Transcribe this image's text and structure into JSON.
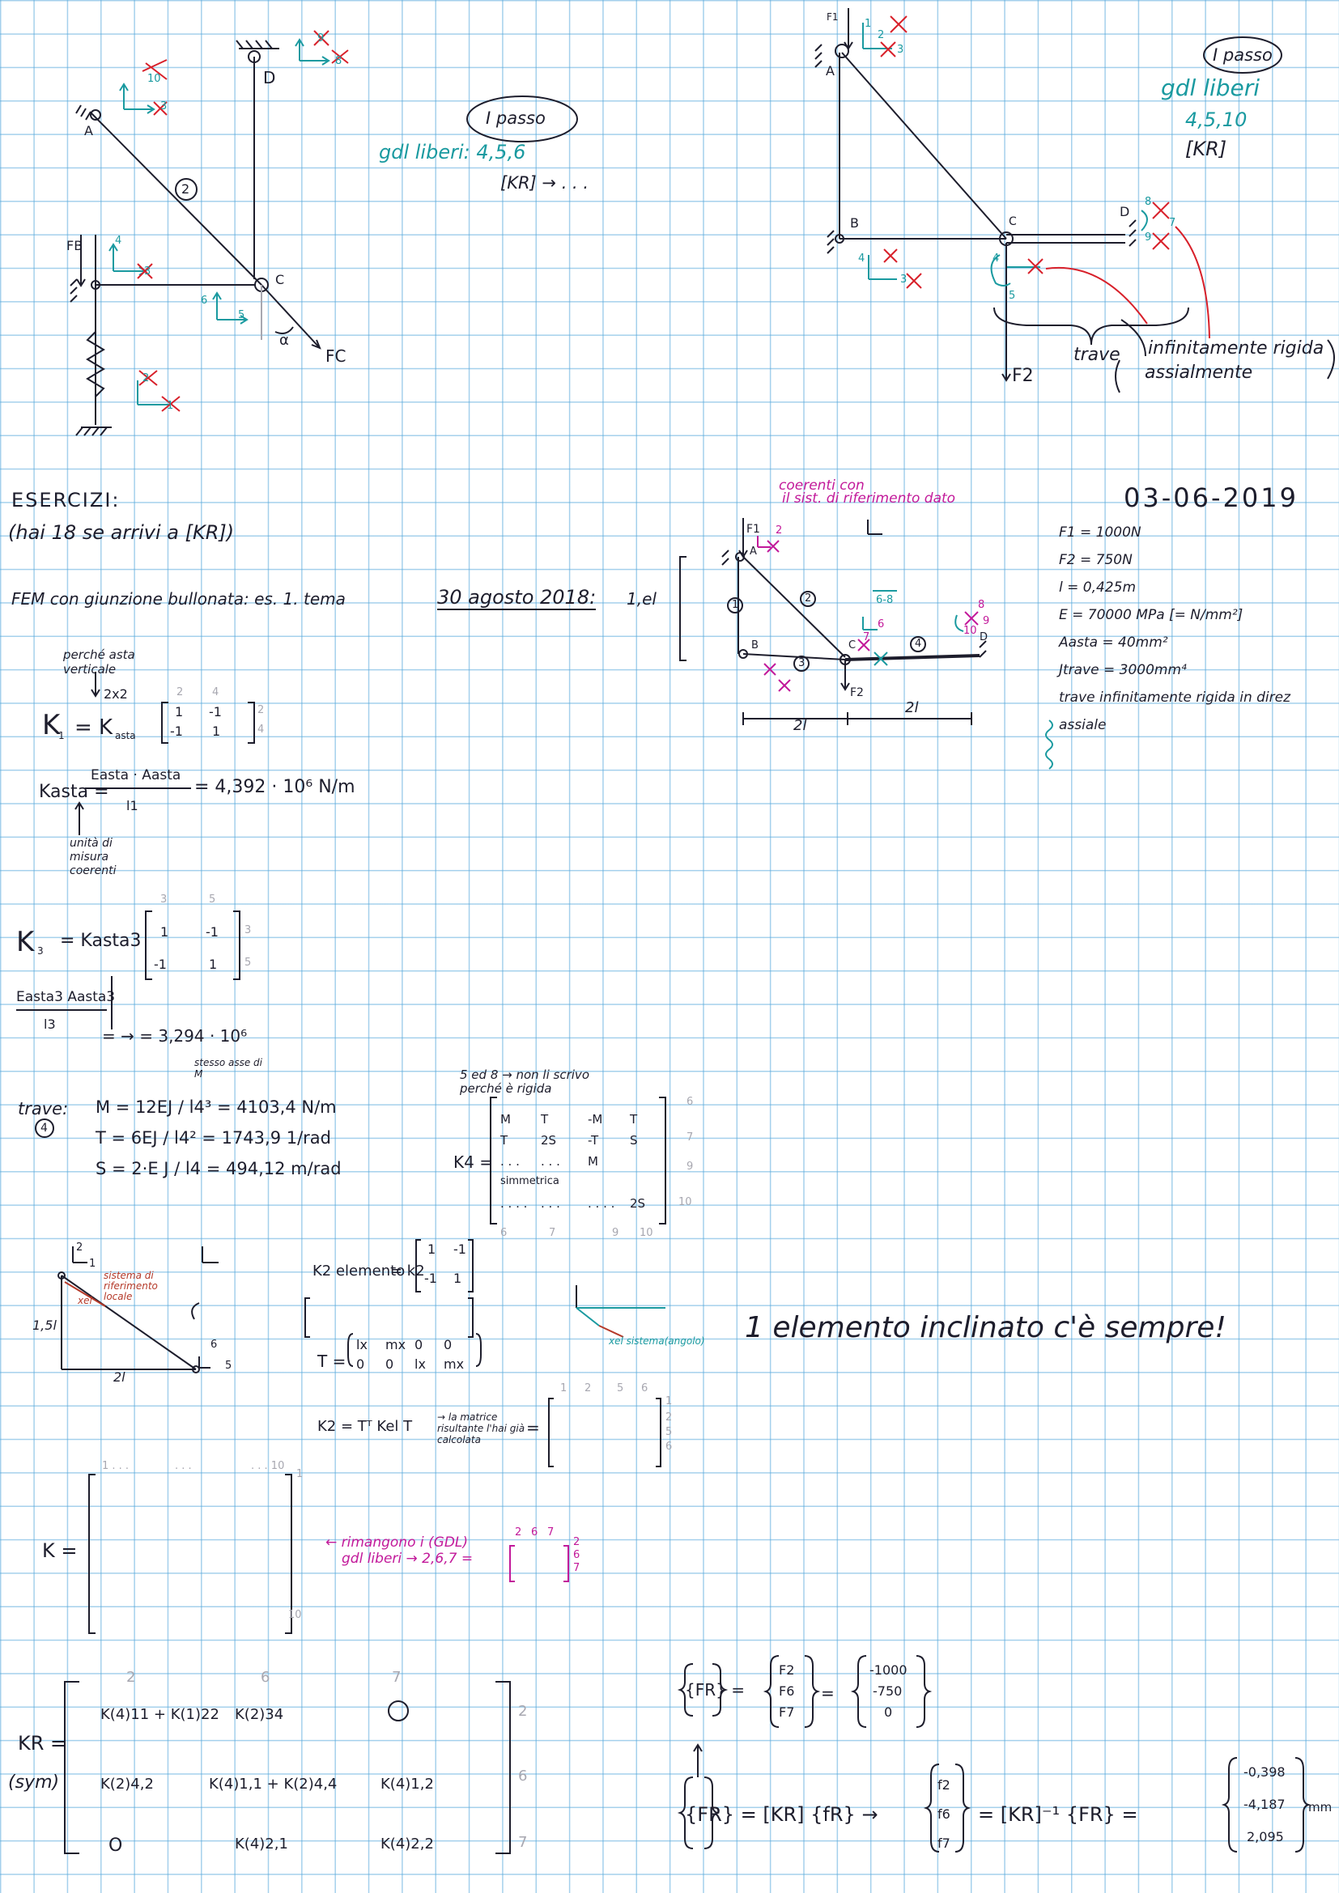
{
  "page": {
    "date": "03-06-2019"
  },
  "diagram_top_left": {
    "nodes": {
      "a": "A",
      "c": "C",
      "d": "D"
    },
    "element_label": "2",
    "force_b": "FB",
    "force_c": "FC",
    "alpha": "α",
    "dofs_a": [
      "10",
      "3"
    ],
    "dofs_d": [
      "9",
      "8"
    ],
    "dofs_b": [
      "4",
      "3"
    ],
    "dofs_c": [
      "6",
      "5"
    ],
    "dofs_spring": [
      "2",
      "1"
    ],
    "step_label": "I passo",
    "free_dofs": "gdl liberi: 4,5,6",
    "kr_arrow": "[KR] → . . ."
  },
  "diagram_top_right": {
    "f1": "F1",
    "nodes": {
      "a": "A",
      "b": "B",
      "c": "C",
      "d": "D"
    },
    "dofs_a": [
      "1",
      "2",
      "3"
    ],
    "dofs_b": [
      "4",
      "3"
    ],
    "dofs_c": [
      "4",
      "5"
    ],
    "dofs_d": [
      "8",
      "9",
      "7"
    ],
    "f2": "F2",
    "step_label": "I passo",
    "free_dofs_1": "gdl liberi",
    "free_dofs_2": "4,5,10",
    "kr": "[KR]",
    "beam_note_1": "trave",
    "beam_note_2": "infinitamente rigida",
    "beam_note_3": "assialmente"
  },
  "exercises": {
    "title": "ESERCIZI:",
    "subtitle": "(hai 18 se arrivi a [KR])",
    "fem_line": "FEM con giunzione bullonata:  es. 1. tema",
    "fem_date": "30 agosto 2018:",
    "fem_part": "1,el",
    "note_why": "perché asta verticale",
    "note_2x2": "2x2",
    "k1_lhs": "K",
    "k1_sub": "1",
    "k1_eq": "= K",
    "k1_eq_sub": "asta",
    "k1_matrix": [
      [
        "1",
        "-1"
      ],
      [
        "-1",
        "1"
      ]
    ],
    "k1_top": [
      "2",
      "4"
    ],
    "k1_side": [
      "2",
      "4"
    ],
    "kasta_lhs": "Kasta =",
    "kasta_num": "Easta · Aasta",
    "kasta_den": "l1",
    "kasta_val": "= 4,392 · 10⁶ N/m",
    "units_note": "unità di misura coerenti",
    "k3_lhs": "K",
    "k3_sub": "3",
    "k3_eq": "= Kasta3",
    "k3_matrix": [
      [
        "1",
        "-1"
      ],
      [
        "-1",
        "1"
      ]
    ],
    "k3_top": [
      "3",
      "5"
    ],
    "k3_side": [
      "3",
      "5"
    ],
    "k3_num": "Easta3 Aasta3",
    "k3_den": "l3",
    "k3_val": "= → = 3,294 · 10⁶",
    "beam_label": "trave:",
    "beam_num": "4",
    "stesso_asse": "stesso asse di M",
    "m_line": "M = 12EJ / l4³ = 4103,4 N/m",
    "t_line": "T = 6EJ / l4² = 1743,9 1/rad",
    "s_line": "S = 2·E J / l4 = 494,12 m/rad",
    "k4_note": "5 ed 8 → non li scrivo perché è rigida",
    "k4_lhs": "K4 =",
    "k4_rows": [
      [
        "M",
        "T",
        "-M",
        "T"
      ],
      [
        "T",
        "2S",
        "-T",
        "S"
      ],
      [
        ". . .",
        ". . .",
        "M",
        ""
      ],
      [
        "simmetrica",
        "",
        "",
        ""
      ],
      [
        ". . . .",
        ". . .",
        ". . . .",
        "2S"
      ]
    ],
    "k4_side": [
      "6",
      "7",
      "9",
      "10"
    ],
    "k4_bottom": [
      "6",
      "7",
      "9",
      "10"
    ]
  },
  "right_block": {
    "coerenti_1": "coerenti con",
    "coerenti_2": "il sist. di riferimento dato",
    "f1": "F1",
    "dof_a": "2",
    "nodes": {
      "a": "A",
      "b": "B",
      "c": "C",
      "d": "D"
    },
    "members": [
      "1",
      "2",
      "3",
      "4"
    ],
    "dofs_c": [
      "6",
      "7"
    ],
    "dofs_68": "6-8",
    "dofs_d": [
      "8",
      "9",
      "10"
    ],
    "f2": "F2",
    "dim_1": "2l",
    "dim_2": "2l",
    "data": [
      "F1 = 1000N",
      "F2 = 750N",
      "l = 0,425m",
      "E = 70000 MPa [= N/mm²]",
      "Aasta = 40mm²",
      "Jtrave = 3000mm⁴",
      "trave infinitamente rigida in direz",
      "assiale"
    ]
  },
  "element2": {
    "dof_top": "2",
    "dof_top_b": "1",
    "local_note": "sistema di riferimento locale",
    "xel": "xel",
    "side_v": "1,5l",
    "side_h": "2l",
    "dofs_c": [
      "6",
      "5"
    ],
    "kel_lhs": "K2 elemento",
    "kel_eq": "= k2",
    "kel_matrix": [
      [
        "1",
        "-1"
      ],
      [
        "-1",
        "1"
      ]
    ],
    "t_lhs": "T =",
    "t_matrix": [
      [
        "lx",
        "mx",
        "0",
        "0"
      ],
      [
        "0",
        "0",
        "lx",
        "mx"
      ]
    ],
    "k2_line": "K2 = Tᵀ Kel T",
    "k2_note": "→ la matrice risultante l'hai già calcolata",
    "k2_top": [
      "1",
      "2",
      "5",
      "6"
    ],
    "k2_side": [
      "1",
      "2",
      "5",
      "6"
    ],
    "xel_sys": "xel sistema(angolo)",
    "inclined": "1 elemento inclinato c'è sempre!"
  },
  "global_k": {
    "lhs": "K =",
    "top": [
      "1 . . .",
      ". . .",
      ". . . 10"
    ],
    "side": [
      "1",
      "10"
    ],
    "note_1": "← rimangono i (GDL)",
    "note_2": "gdl liberi → 2,6,7 =",
    "mini_top": [
      "2",
      "6",
      "7"
    ],
    "mini_side": [
      "2",
      "6",
      "7"
    ]
  },
  "kr": {
    "lhs": "KR =",
    "sym": "(sym)",
    "cols": [
      "2",
      "6",
      "7"
    ],
    "rows": [
      "2",
      "6",
      "7"
    ],
    "cells": [
      [
        "K(4)11 + K(1)22",
        "K(2)34",
        "O"
      ],
      [
        "K(2)4,2",
        "K(4)1,1 + K(2)4,4",
        "K(4)1,2"
      ],
      [
        "O",
        "K(4)2,1",
        "K(4)2,2"
      ]
    ]
  },
  "forces": {
    "fr_lhs": "{FR} =",
    "fr_symbols": [
      "F2",
      "F6",
      "F7"
    ],
    "fr_values": [
      "-1000",
      "-750",
      "0"
    ],
    "eq_lhs": "{FR} = [KR] {fR} →",
    "f_symbols": [
      "f2",
      "f6",
      "f7"
    ],
    "eq_mid": "= [KR]⁻¹ {FR} =",
    "f_values": [
      "-0,398",
      "-4,187",
      "2,095"
    ],
    "unit": "mm"
  }
}
